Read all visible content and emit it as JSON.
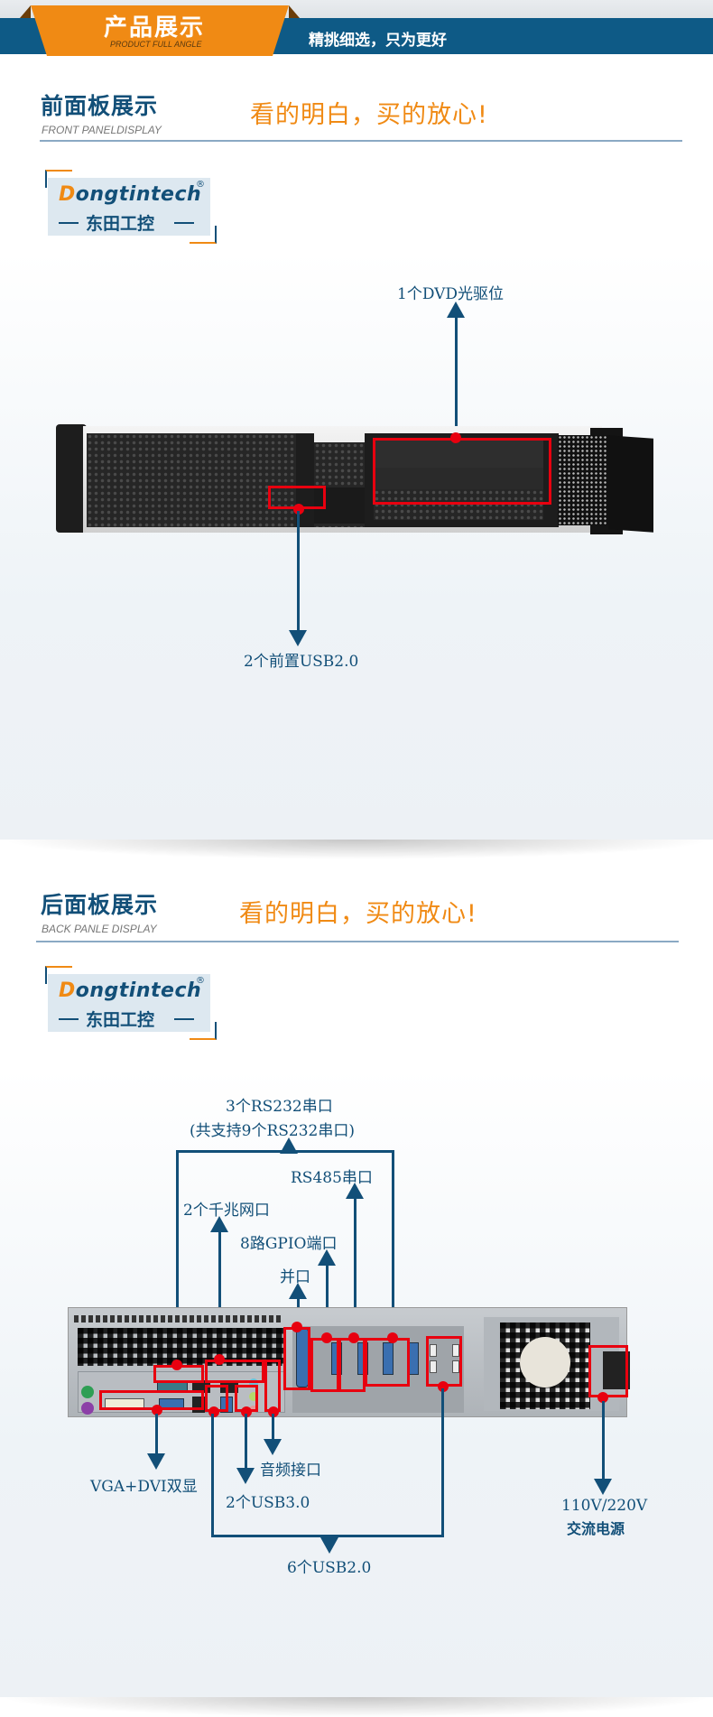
{
  "header": {
    "title": "产品展示",
    "subtitle": "PRODUCT FULL ANGLE",
    "tagline": "精挑细选，只为更好",
    "colors": {
      "orange": "#f08a14",
      "blue": "#0e5a86"
    }
  },
  "front_section": {
    "title": "前面板展示",
    "subtitle": "FRONT PANELDISPLAY",
    "slogan": "看的明白，买的放心!",
    "logo": {
      "brand_first": "D",
      "brand_rest": "ongtintech",
      "registered": "®",
      "cn": "东田工控"
    },
    "callouts": [
      {
        "label": "1个DVD光驱位"
      },
      {
        "label": "2个前置USB2.0"
      }
    ]
  },
  "back_section": {
    "title": "后面板展示",
    "subtitle": "BACK PANLE DISPLAY",
    "slogan": "看的明白，买的放心!",
    "logo": {
      "brand_first": "D",
      "brand_rest": "ongtintech",
      "registered": "®",
      "cn": "东田工控"
    },
    "callouts": {
      "rs232_line1": "3个RS232串口",
      "rs232_line2": "(共支持9个RS232串口)",
      "rs485": "RS485串口",
      "lan": "2个千兆网口",
      "gpio": "8路GPIO端口",
      "parallel": "并口",
      "audio": "音频接口",
      "display": "VGA+DVI双显",
      "usb3": "2个USB3.0",
      "usb2": "6个USB2.0",
      "power_line1": "110V/220V",
      "power_line2": "交流电源"
    }
  }
}
